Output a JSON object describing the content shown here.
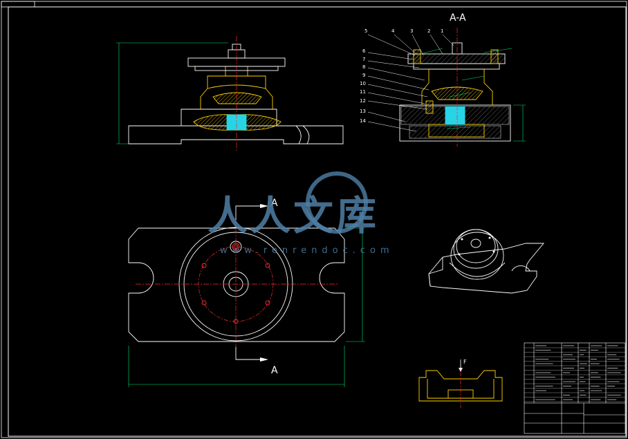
{
  "section_title": "A-A",
  "section_marker_top": "A",
  "section_marker_bottom": "A",
  "force_label": "F",
  "part_callouts": [
    "1",
    "2",
    "3",
    "4",
    "5",
    "6",
    "7",
    "8",
    "9",
    "10",
    "11",
    "12",
    "13",
    "14"
  ],
  "watermark": {
    "brand": "人人文库",
    "url": "www.renrendoc.com"
  },
  "colors": {
    "background": "#000000",
    "outline": "#ffffff",
    "centerline": "#ff2a2a",
    "hatch": "#ffd200",
    "dimension": "#00e676",
    "fill_cyan": "#27d4e6"
  }
}
